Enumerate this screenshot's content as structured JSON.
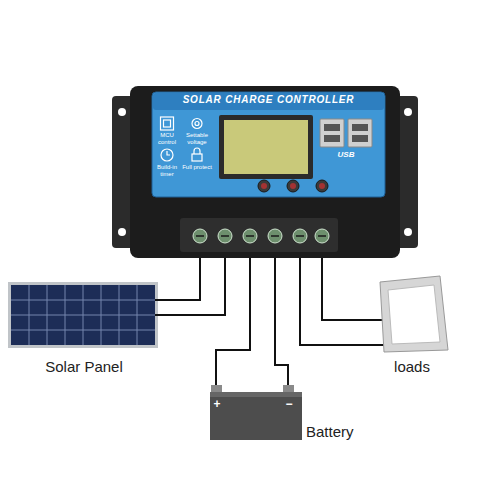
{
  "diagram": {
    "nodes": [
      {
        "text": [
          "SOLAR CHARGE CONTROLLER"
        ]
      },
      {
        "text": [
          "Solar Panel"
        ]
      },
      {
        "text": [
          "Battery"
        ]
      },
      {
        "text": [
          "loads"
        ]
      }
    ],
    "edges": [
      {
        "from": 0,
        "to": 1,
        "arrow": "none"
      },
      {
        "from": 0,
        "to": 2,
        "arrow": "none"
      },
      {
        "from": 0,
        "to": 3,
        "arrow": "none"
      }
    ],
    "labels": [
      "MCU control",
      "Settable voltage",
      "Build-in timer",
      "Full protect",
      "USB",
      "+",
      "−"
    ]
  }
}
